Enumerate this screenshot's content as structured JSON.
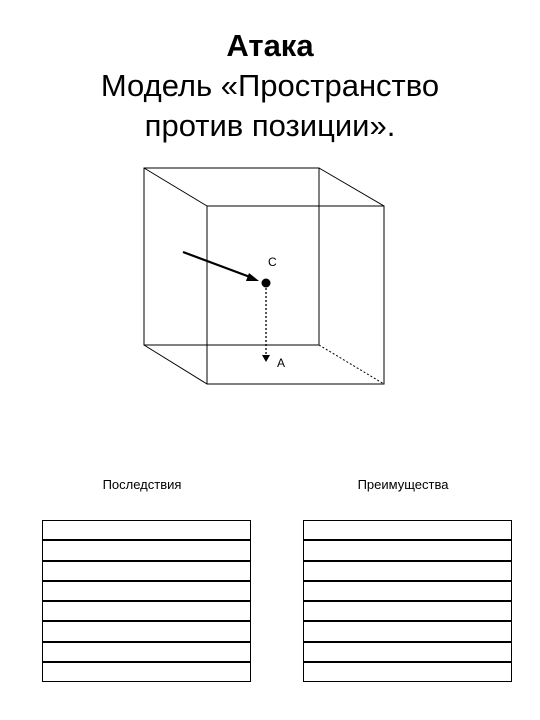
{
  "title": {
    "line1": "Атака",
    "line2": "Модель «Пространство",
    "line3": "против позиции»."
  },
  "diagram": {
    "point_c_label": "C",
    "point_a_label": "A"
  },
  "columns": {
    "left_label": "Последствия",
    "right_label": "Преимущества",
    "left_rows": 8,
    "right_rows": 8
  }
}
